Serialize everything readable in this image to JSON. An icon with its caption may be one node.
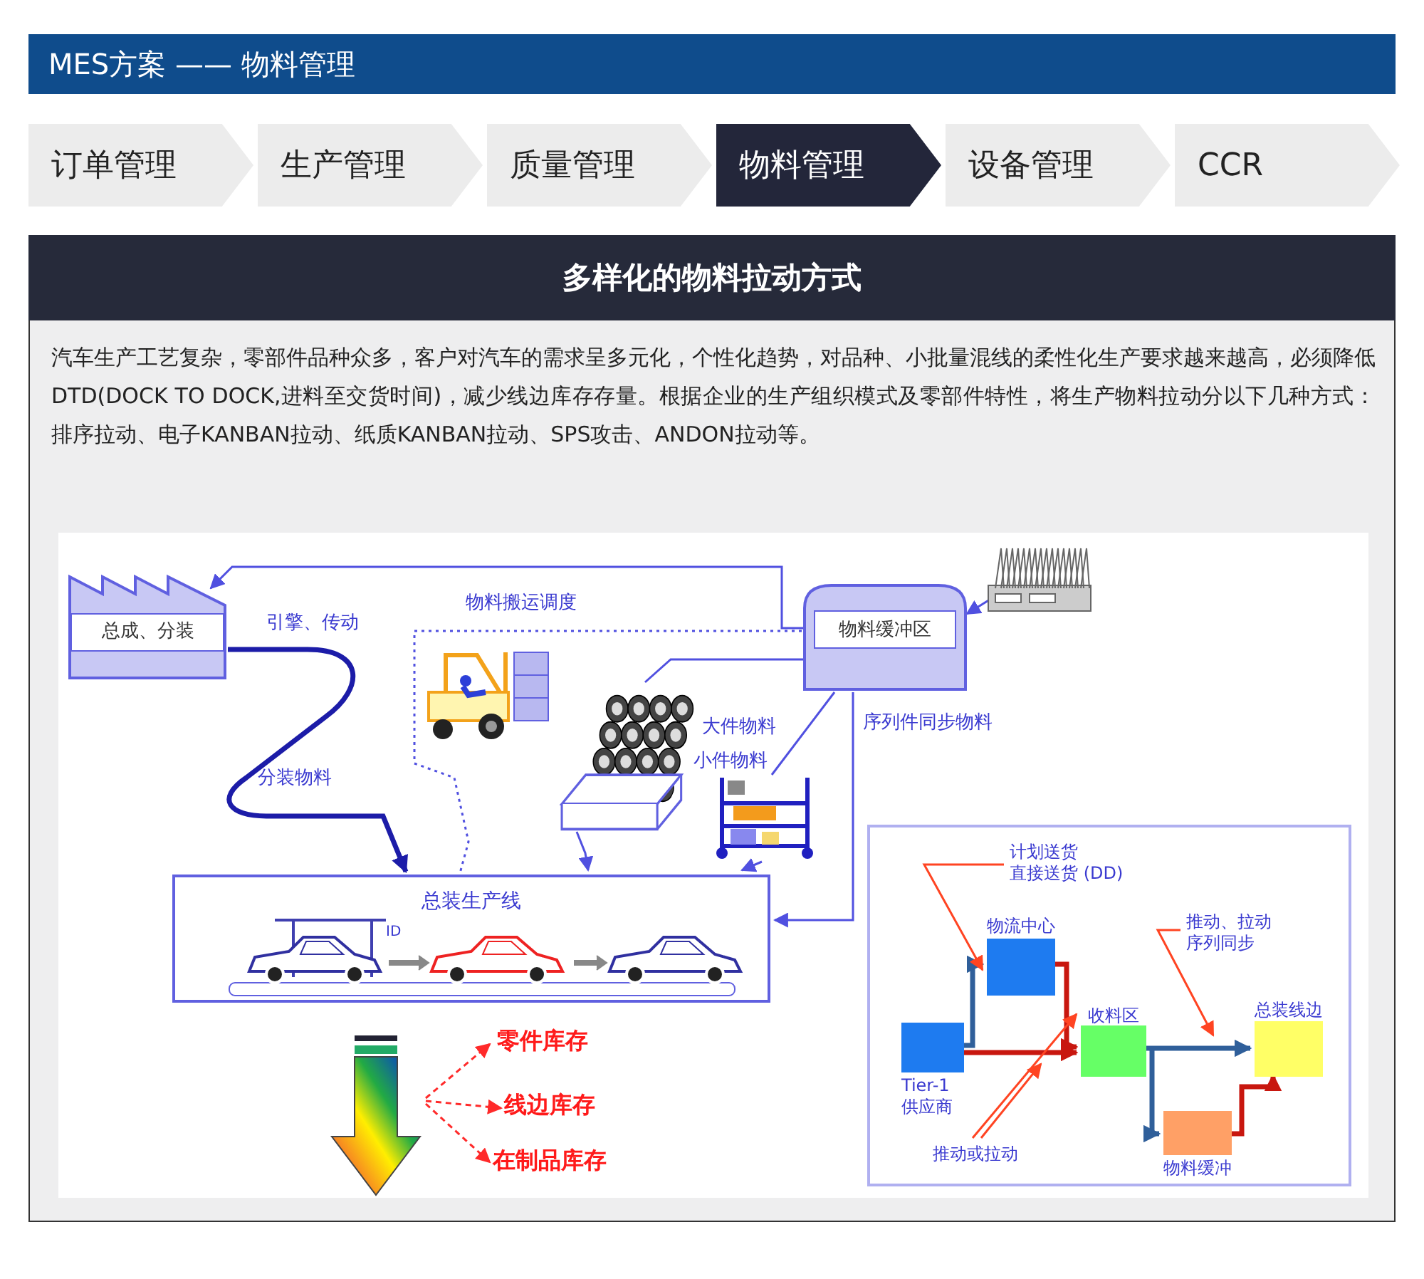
{
  "diagram": {
    "title": "MES方案 —— 物料管理",
    "nodes": [
      {
        "text": [
          "订单管理"
        ]
      },
      {
        "text": [
          "生产管理"
        ]
      },
      {
        "text": [
          "质量管理"
        ]
      },
      {
        "text": [
          "物料管理"
        ]
      },
      {
        "text": [
          "设备管理"
        ]
      },
      {
        "text": [
          "CCR"
        ]
      },
      {
        "text": [
          "多样化的物料拉动方式",
          "汽车生产工艺复杂，零部件品种众多，客户对汽车的需求呈多元化，个性化趋势，对品种、小批量混线的柔性化生产要求越来越高，必须降低DTD(DOCK TO DOCK,进料至交货时间)，减少线边库存存量。根据企业的生产组织模式及零部件特性，将生产物料拉动分以下几种方式：排序拉动、电子KANBAN拉动、纸质KANBAN拉动、SPS攻击、ANDON拉动等。"
        ]
      },
      {
        "text": [
          "总成、分装"
        ],
        "in": 6
      },
      {
        "text": [
          "物料缓冲区"
        ],
        "in": 6
      },
      {
        "text": [],
        "shape": "picture",
        "in": 6
      },
      {
        "text": [],
        "shape": "picture",
        "beside": [
          "大件物料"
        ],
        "in": 6
      },
      {
        "text": [],
        "shape": "picture",
        "beside": [
          "小件物料"
        ],
        "in": 6
      },
      {
        "text": [
          "总装生产线"
        ],
        "in": 6
      },
      {
        "text": [],
        "shape": "picture",
        "in": 6
      },
      {
        "text": [
          "零件库存"
        ],
        "in": 6
      },
      {
        "text": [
          "线边库存"
        ],
        "in": 6
      },
      {
        "text": [
          "在制品库存"
        ],
        "in": 6
      },
      {
        "text": [],
        "shape": "box",
        "in": 6
      },
      {
        "text": [
          "计划送货",
          "直接送货 (DD)"
        ],
        "in": 17
      },
      {
        "text": [
          "物流中心"
        ],
        "in": 17
      },
      {
        "text": [
          "推动、拉动",
          "序列同步"
        ],
        "in": 17
      },
      {
        "text": [
          "Tier-1 供应商"
        ],
        "in": 17
      },
      {
        "text": [
          "收料区"
        ],
        "in": 17
      },
      {
        "text": [
          "总装线边"
        ],
        "in": 17
      },
      {
        "text": [
          "物料缓冲"
        ],
        "in": 17
      },
      {
        "text": [
          "推动或拉动"
        ],
        "in": 17
      }
    ],
    "edges": [
      {
        "from": 8,
        "to": 7,
        "arrow": "to"
      },
      {
        "from": 9,
        "to": 8,
        "arrow": "to"
      },
      {
        "from": 7,
        "to": 12,
        "arrow": "to",
        "label": "引擎、传动",
        "style": "thick",
        "color": "#1c1ca8"
      },
      {
        "from": 8,
        "to": 12,
        "arrow": "none",
        "label": "物料搬运调度",
        "style": "dashed"
      },
      {
        "from": 8,
        "to": 10,
        "arrow": "none"
      },
      {
        "from": 10,
        "to": 12,
        "arrow": "to"
      },
      {
        "from": 8,
        "to": 11,
        "arrow": "none"
      },
      {
        "from": 11,
        "to": 12,
        "arrow": "to"
      },
      {
        "from": 8,
        "to": 12,
        "arrow": "to",
        "label": "序列件同步物料"
      },
      {
        "from": 13,
        "to": 14,
        "arrow": "to",
        "style": "dashed",
        "color": "#ff2a2a"
      },
      {
        "from": 13,
        "to": 15,
        "arrow": "to",
        "style": "dashed",
        "color": "#ff2a2a"
      },
      {
        "from": 13,
        "to": 16,
        "arrow": "to",
        "style": "dashed",
        "color": "#ff2a2a"
      },
      {
        "from": 21,
        "to": 19,
        "arrow": "to",
        "style": "thick",
        "color": "#2f5f9a"
      },
      {
        "from": 19,
        "to": 22,
        "arrow": "to",
        "style": "thick",
        "color": "#c8170f"
      },
      {
        "from": 21,
        "to": 22,
        "arrow": "to",
        "style": "thick",
        "color": "#c8170f"
      },
      {
        "from": 22,
        "to": 23,
        "arrow": "to",
        "style": "thick",
        "color": "#2f5f9a"
      },
      {
        "from": 22,
        "to": 24,
        "arrow": "to",
        "style": "thick",
        "color": "#2f5f9a"
      },
      {
        "from": 24,
        "to": 23,
        "arrow": "to",
        "style": "thick",
        "color": "#c8170f"
      },
      {
        "from": 18,
        "to": 19,
        "arrow": "to",
        "color": "#ff4422"
      },
      {
        "from": 20,
        "to": null,
        "arrow": "to",
        "color": "#ff4422"
      },
      {
        "from": 25,
        "to": 22,
        "arrow": "to",
        "color": "#ff4422"
      },
      {
        "from": 25,
        "to": null,
        "arrow": "to",
        "color": "#ff4422"
      }
    ],
    "labels": [
      "分装物料",
      "ID"
    ]
  }
}
